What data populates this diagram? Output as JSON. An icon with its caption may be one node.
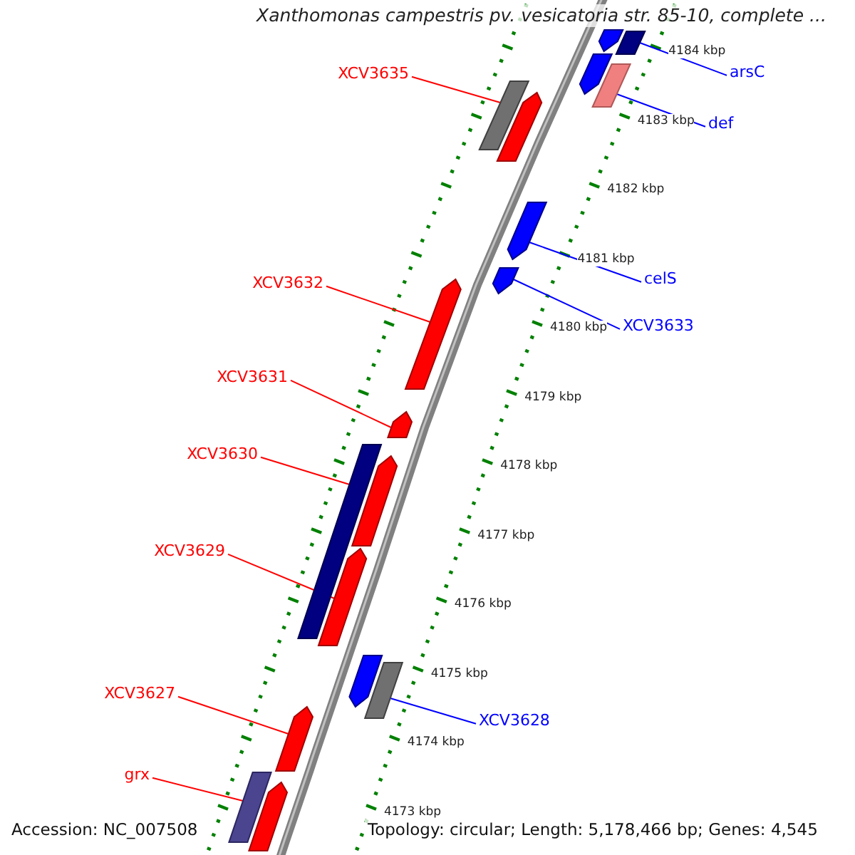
{
  "diagram": {
    "title": "Xanthomonas campestris pv. vesicatoria str. 85-10, complete ...",
    "nodes": [
      {
        "text": [
          "XCV3635"
        ]
      },
      {
        "text": [
          "XCV3632"
        ]
      },
      {
        "text": [
          "XCV3631"
        ]
      },
      {
        "text": [
          "XCV3630"
        ]
      },
      {
        "text": [
          "XCV3629"
        ]
      },
      {
        "text": [
          "XCV3627"
        ]
      },
      {
        "text": [
          "grx"
        ]
      },
      {
        "text": [
          "arsC"
        ]
      },
      {
        "text": [
          "def"
        ]
      },
      {
        "text": [
          "celS"
        ]
      },
      {
        "text": [
          "XCV3633"
        ]
      },
      {
        "text": [
          "XCV3628"
        ]
      },
      {
        "text": [],
        "shape": "bar"
      },
      {
        "text": [],
        "shape": "bar"
      },
      {
        "text": [],
        "shape": "bar"
      },
      {
        "text": [],
        "shape": "bar"
      },
      {
        "text": [],
        "shape": "bar"
      },
      {
        "text": [],
        "shape": "bar"
      },
      {
        "text": [],
        "shape": "bar"
      },
      {
        "text": [],
        "shape": "bar"
      },
      {
        "text": [],
        "shape": "bar"
      },
      {
        "text": [],
        "shape": "bar"
      },
      {
        "text": [],
        "shape": "bar"
      },
      {
        "text": [],
        "shape": "bar"
      },
      {
        "text": [],
        "shape": "bar"
      },
      {
        "text": [],
        "shape": "bar"
      },
      {
        "text": [],
        "shape": "bar"
      },
      {
        "text": [],
        "shape": "bar"
      },
      {
        "text": [],
        "shape": "bar"
      },
      {
        "text": [],
        "shape": "bar"
      }
    ],
    "edges": [
      {
        "from": 0,
        "to": 16,
        "arrow": "none",
        "color": "#ff0000"
      },
      {
        "from": 1,
        "to": 20,
        "arrow": "none",
        "color": "#ff0000"
      },
      {
        "from": 2,
        "to": 21,
        "arrow": "none",
        "color": "#ff0000"
      },
      {
        "from": 3,
        "to": 22,
        "arrow": "none",
        "color": "#ff0000"
      },
      {
        "from": 4,
        "to": 24,
        "arrow": "none",
        "color": "#ff0000"
      },
      {
        "from": 5,
        "to": 27,
        "arrow": "none",
        "color": "#ff0000"
      },
      {
        "from": 6,
        "to": 28,
        "arrow": "none",
        "color": "#ff0000"
      },
      {
        "from": 7,
        "to": 13,
        "arrow": "none",
        "color": "#0000ff"
      },
      {
        "from": 8,
        "to": 15,
        "arrow": "none",
        "color": "#0000ff"
      },
      {
        "from": 9,
        "to": 18,
        "arrow": "none",
        "color": "#0000ff"
      },
      {
        "from": 10,
        "to": 19,
        "arrow": "none",
        "color": "#0000ff"
      },
      {
        "from": 11,
        "to": 26,
        "arrow": "none",
        "color": "#0000ff"
      }
    ],
    "labels": [
      "4184 kbp",
      "4183 kbp",
      "4182 kbp",
      "4181 kbp",
      "4180 kbp",
      "4179 kbp",
      "4178 kbp",
      "4177 kbp",
      "4176 kbp",
      "4175 kbp",
      "4174 kbp",
      "4173 kbp",
      "Accession: NC_007508",
      "Topology: circular; Length: 5,178,466 bp; Genes: 4,545"
    ]
  }
}
